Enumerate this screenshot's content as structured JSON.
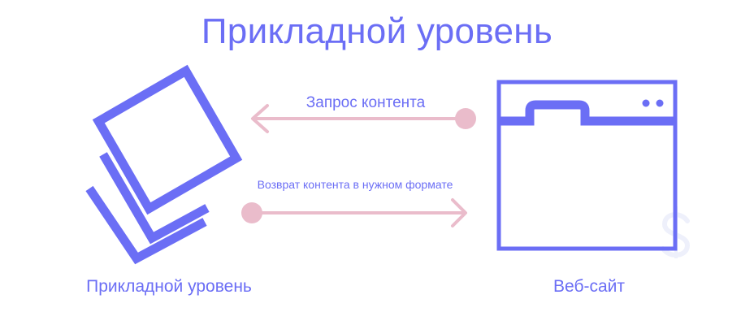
{
  "diagram": {
    "title": "Прикладной уровень",
    "arrows": {
      "request_label": "Запрос контента",
      "response_label": "Возврат контента в нужном формате"
    },
    "nodes": {
      "application_label": "Прикладной уровень",
      "website_label": "Веб-сайт"
    }
  },
  "colors": {
    "primary": "#6b6ef5",
    "arrow": "#eabccb",
    "watermark": "#eef0fb"
  },
  "icons": {
    "application": "stacked-layers-icon",
    "website": "browser-window-icon",
    "watermark": "dollar-s-watermark-icon"
  }
}
